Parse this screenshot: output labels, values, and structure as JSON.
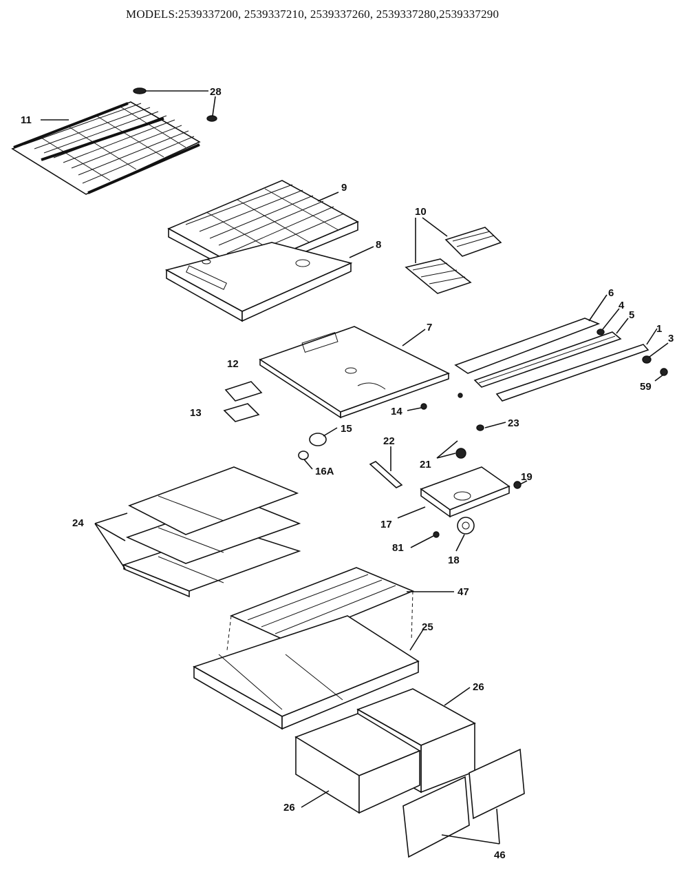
{
  "title": "MODELS:2539337200, 2539337210, 2539337260, 2539337280,2539337290",
  "callouts": {
    "c1": "1",
    "c3": "3",
    "c4": "4",
    "c5": "5",
    "c6": "6",
    "c7": "7",
    "c8": "8",
    "c9": "9",
    "c10": "10",
    "c11": "11",
    "c12": "12",
    "c13": "13",
    "c14": "14",
    "c15": "15",
    "c16a": "16A",
    "c17": "17",
    "c18": "18",
    "c19": "19",
    "c21": "21",
    "c22": "22",
    "c23": "23",
    "c24": "24",
    "c25": "25",
    "c26a": "26",
    "c26b": "26",
    "c28": "28",
    "c46": "46",
    "c47": "47",
    "c59": "59",
    "c81": "81"
  }
}
